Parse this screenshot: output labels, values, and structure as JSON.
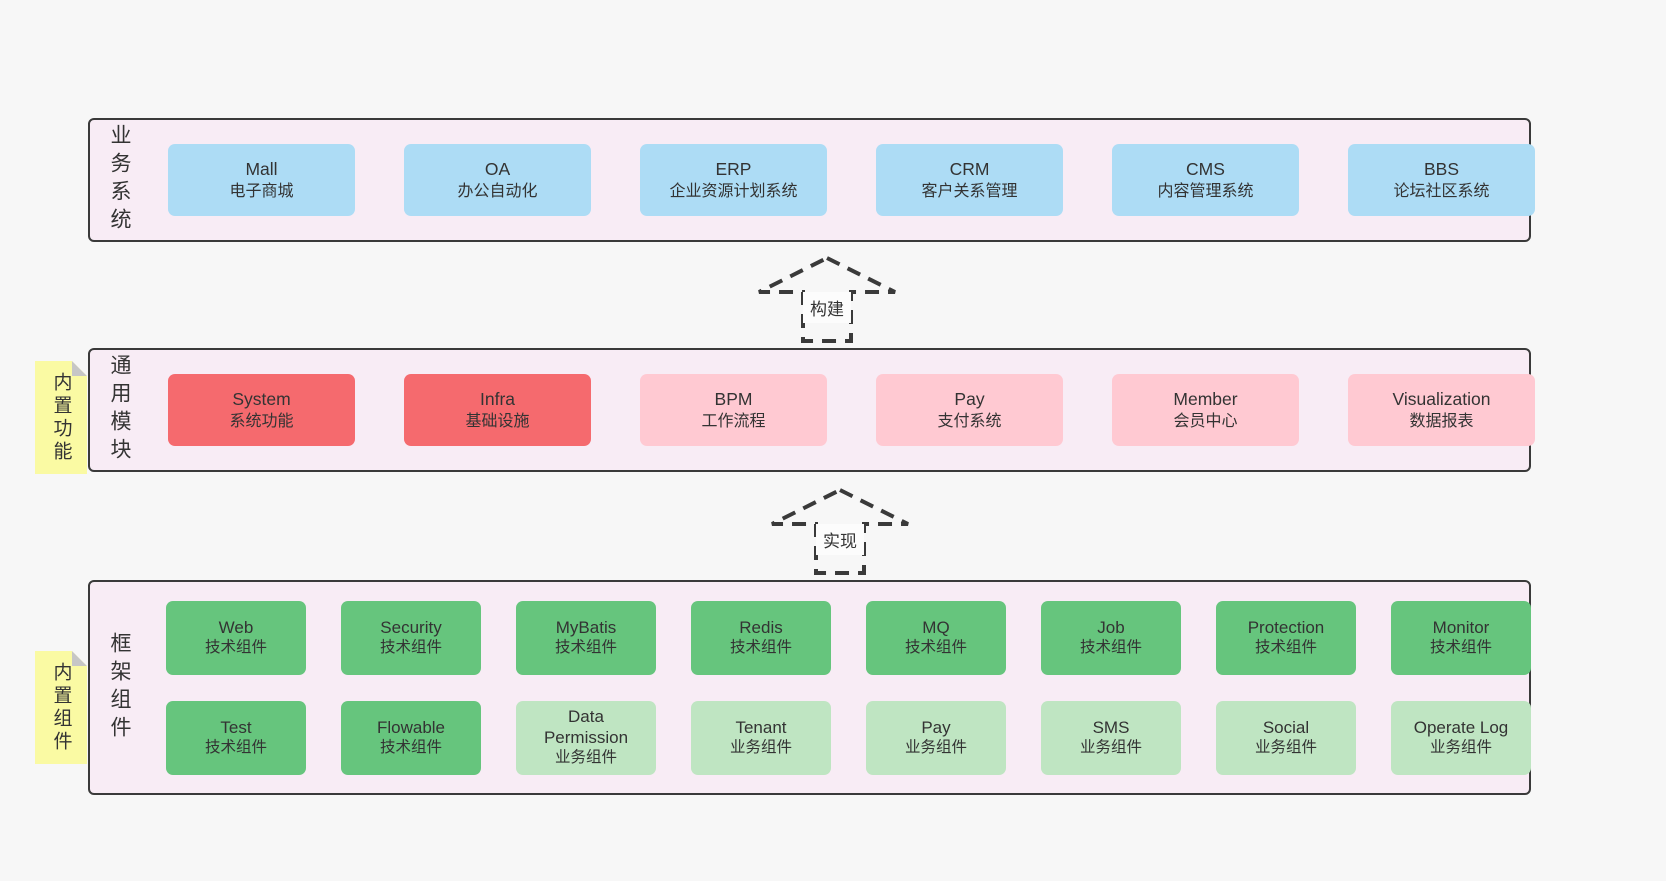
{
  "colors": {
    "page_bg": "#f7f7f7",
    "container_bg": "#f8ecf5",
    "container_border": "#3a3a3a",
    "blue": "#addcf5",
    "red": "#f56a6e",
    "pink": "#ffc9d2",
    "green_dark": "#66c57d",
    "green_light": "#bfe5c2",
    "sticky_yellow": "#fafaa3",
    "sticky_fold_gray": "#c6c6c6",
    "text": "#333333"
  },
  "arrows": {
    "build": "构建",
    "implement": "实现"
  },
  "business": {
    "side_label": "业务系统",
    "boxes": [
      {
        "title": "Mall",
        "subtitle": "电子商城"
      },
      {
        "title": "OA",
        "subtitle": "办公自动化"
      },
      {
        "title": "ERP",
        "subtitle": "企业资源计划系统"
      },
      {
        "title": "CRM",
        "subtitle": "客户关系管理"
      },
      {
        "title": "CMS",
        "subtitle": "内容管理系统"
      },
      {
        "title": "BBS",
        "subtitle": "论坛社区系统"
      }
    ]
  },
  "modules": {
    "side_label": "通用模块",
    "sticky_label": "内置功能",
    "boxes": [
      {
        "title": "System",
        "subtitle": "系统功能",
        "tone": "red"
      },
      {
        "title": "Infra",
        "subtitle": "基础设施",
        "tone": "red"
      },
      {
        "title": "BPM",
        "subtitle": "工作流程",
        "tone": "pink"
      },
      {
        "title": "Pay",
        "subtitle": "支付系统",
        "tone": "pink"
      },
      {
        "title": "Member",
        "subtitle": "会员中心",
        "tone": "pink"
      },
      {
        "title": "Visualization",
        "subtitle": "数据报表",
        "tone": "pink"
      }
    ]
  },
  "components": {
    "side_label": "框架组件",
    "sticky_label": "内置组件",
    "row1": [
      {
        "title": "Web",
        "subtitle": "技术组件",
        "tone": "green_dark"
      },
      {
        "title": "Security",
        "subtitle": "技术组件",
        "tone": "green_dark"
      },
      {
        "title": "MyBatis",
        "subtitle": "技术组件",
        "tone": "green_dark"
      },
      {
        "title": "Redis",
        "subtitle": "技术组件",
        "tone": "green_dark"
      },
      {
        "title": "MQ",
        "subtitle": "技术组件",
        "tone": "green_dark"
      },
      {
        "title": "Job",
        "subtitle": "技术组件",
        "tone": "green_dark"
      },
      {
        "title": "Protection",
        "subtitle": "技术组件",
        "tone": "green_dark"
      },
      {
        "title": "Monitor",
        "subtitle": "技术组件",
        "tone": "green_dark"
      }
    ],
    "row2": [
      {
        "title": "Test",
        "subtitle": "技术组件",
        "tone": "green_dark"
      },
      {
        "title": "Flowable",
        "subtitle": "技术组件",
        "tone": "green_dark"
      },
      {
        "title": "Data Permission",
        "subtitle": "业务组件",
        "tone": "green_light"
      },
      {
        "title": "Tenant",
        "subtitle": "业务组件",
        "tone": "green_light"
      },
      {
        "title": "Pay",
        "subtitle": "业务组件",
        "tone": "green_light"
      },
      {
        "title": "SMS",
        "subtitle": "业务组件",
        "tone": "green_light"
      },
      {
        "title": "Social",
        "subtitle": "业务组件",
        "tone": "green_light"
      },
      {
        "title": "Operate Log",
        "subtitle": "业务组件",
        "tone": "green_light"
      }
    ]
  }
}
